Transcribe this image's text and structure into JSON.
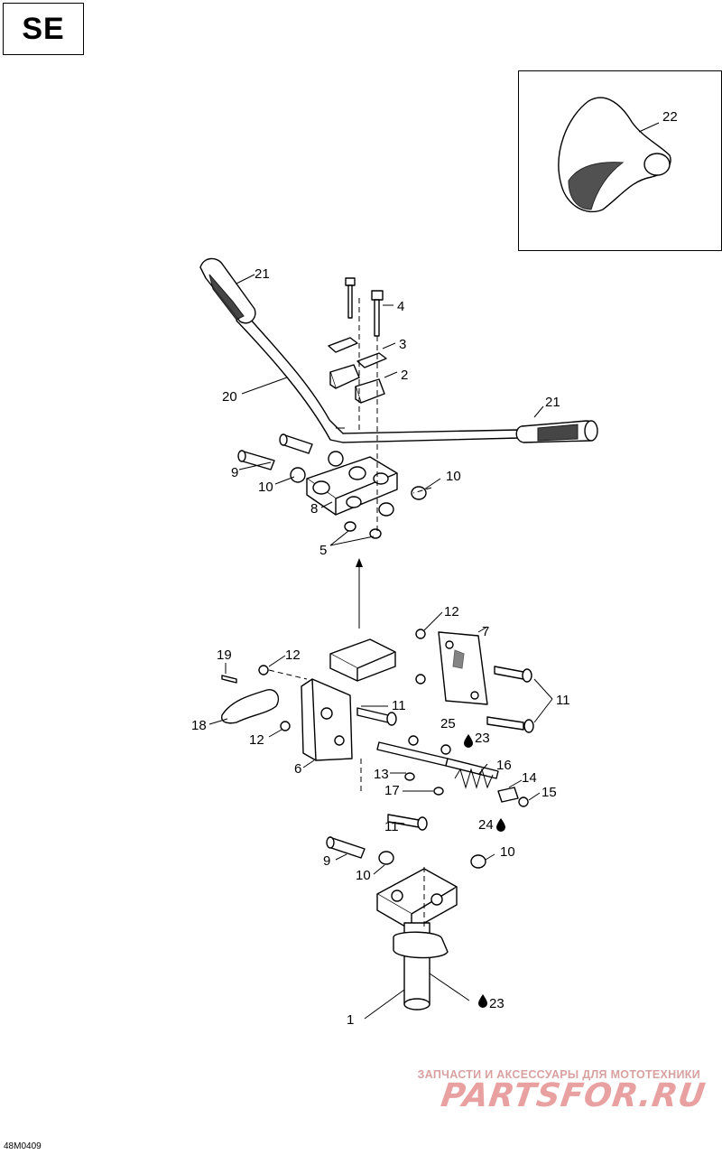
{
  "diagram": {
    "variant_label": "SE",
    "document_code": "48M0409",
    "watermark": {
      "line1": "ЗАПЧАСТИ И АКСЕССУАРЫ ДЛЯ МОТОТЕХНИКИ",
      "line2": "PARTSFOR.RU"
    },
    "callouts": [
      {
        "id": "c22",
        "label": "22"
      },
      {
        "id": "c21a",
        "label": "21"
      },
      {
        "id": "c4",
        "label": "4"
      },
      {
        "id": "c3",
        "label": "3"
      },
      {
        "id": "c2",
        "label": "2"
      },
      {
        "id": "c20",
        "label": "20"
      },
      {
        "id": "c21b",
        "label": "21"
      },
      {
        "id": "c9a",
        "label": "9"
      },
      {
        "id": "c10a",
        "label": "10"
      },
      {
        "id": "c10b",
        "label": "10"
      },
      {
        "id": "c8",
        "label": "8"
      },
      {
        "id": "c5",
        "label": "5"
      },
      {
        "id": "c12a",
        "label": "12"
      },
      {
        "id": "c7",
        "label": "7"
      },
      {
        "id": "c19",
        "label": "19"
      },
      {
        "id": "c12b",
        "label": "12"
      },
      {
        "id": "c11a",
        "label": "11"
      },
      {
        "id": "c11b",
        "label": "11"
      },
      {
        "id": "c18",
        "label": "18"
      },
      {
        "id": "c25",
        "label": "25"
      },
      {
        "id": "c23a",
        "label": "23"
      },
      {
        "id": "c12c",
        "label": "12"
      },
      {
        "id": "c6",
        "label": "6"
      },
      {
        "id": "c16",
        "label": "16"
      },
      {
        "id": "c13",
        "label": "13"
      },
      {
        "id": "c14",
        "label": "14"
      },
      {
        "id": "c17",
        "label": "17"
      },
      {
        "id": "c15",
        "label": "15"
      },
      {
        "id": "c24",
        "label": "24"
      },
      {
        "id": "c11c",
        "label": "11"
      },
      {
        "id": "c9b",
        "label": "9"
      },
      {
        "id": "c10c",
        "label": "10"
      },
      {
        "id": "c10d",
        "label": "10"
      },
      {
        "id": "c1",
        "label": "1"
      },
      {
        "id": "c23b",
        "label": "23"
      }
    ],
    "icons": [
      "oil-drop-icon"
    ]
  }
}
